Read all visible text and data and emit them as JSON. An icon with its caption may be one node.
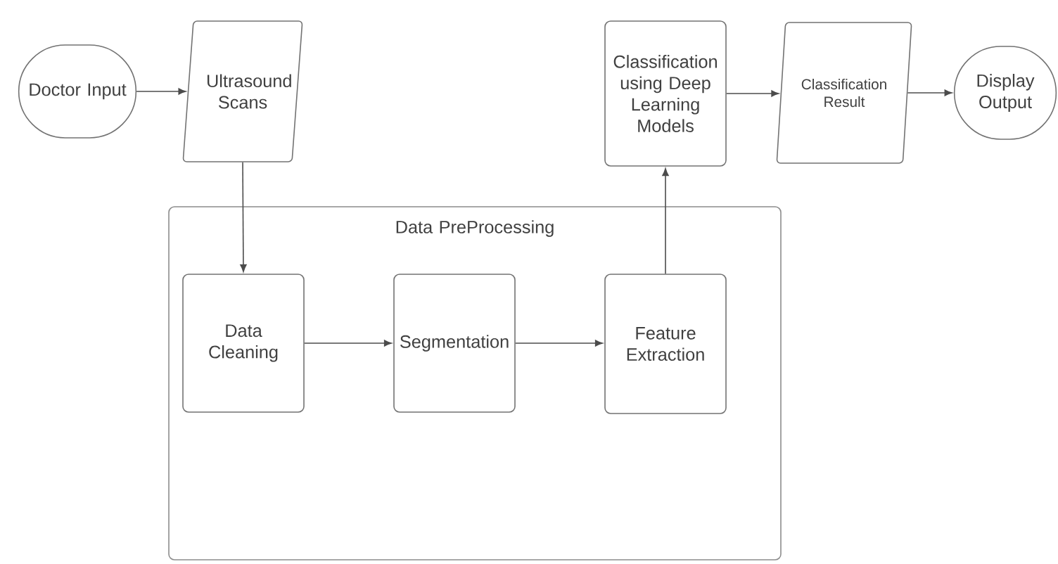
{
  "diagram": {
    "nodes": [
      {
        "text": [
          "Doctor Input"
        ]
      },
      {
        "text": [
          "Ultrasound Scans"
        ]
      },
      {
        "text": [
          "Data PreProcessing"
        ]
      },
      {
        "text": [
          "Data Cleaning"
        ],
        "in": 2
      },
      {
        "text": [
          "Segmentation"
        ],
        "in": 2
      },
      {
        "text": [
          "Feature Extraction"
        ],
        "in": 2
      },
      {
        "text": [
          "Classification using Deep Learning Models"
        ]
      },
      {
        "text": [
          "Classification Result"
        ]
      },
      {
        "text": [
          "Display Output"
        ]
      }
    ],
    "edges": [
      {
        "from": 0,
        "to": 1,
        "arrow": "to"
      },
      {
        "from": 1,
        "to": 3,
        "arrow": "to"
      },
      {
        "from": 3,
        "to": 4,
        "arrow": "to"
      },
      {
        "from": 4,
        "to": 5,
        "arrow": "to"
      },
      {
        "from": 5,
        "to": 6,
        "arrow": "to"
      },
      {
        "from": 6,
        "to": 7,
        "arrow": "to"
      },
      {
        "from": 7,
        "to": 8,
        "arrow": "to"
      }
    ]
  }
}
